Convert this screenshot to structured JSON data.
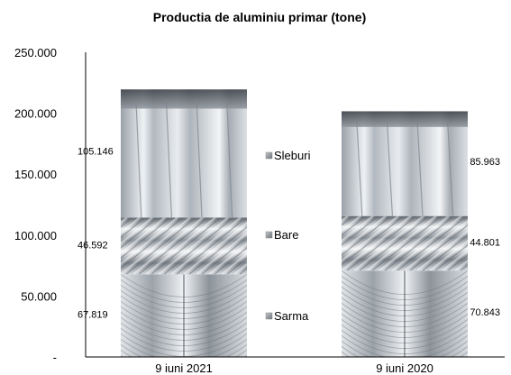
{
  "chart_data": {
    "type": "bar",
    "stacked": true,
    "title": "Productia de aluminiu primar (tone)",
    "categories": [
      "9 iuni 2021",
      "9 iuni 2020"
    ],
    "series": [
      {
        "name": "Sarma",
        "values": [
          67819,
          70843
        ],
        "labels": [
          "67.819",
          "70.843"
        ],
        "texture": "coiled-wire"
      },
      {
        "name": "Bare",
        "values": [
          46592,
          44801
        ],
        "labels": [
          "46.592",
          "44.801"
        ],
        "texture": "round-bars"
      },
      {
        "name": "Sleburi",
        "values": [
          105146,
          85963
        ],
        "labels": [
          "105.146",
          "85.963"
        ],
        "texture": "aluminium-slabs"
      }
    ],
    "ylim": [
      0,
      250000
    ],
    "yticks": [
      {
        "value": 0,
        "label": "-"
      },
      {
        "value": 50000,
        "label": "50.000"
      },
      {
        "value": 100000,
        "label": "100.000"
      },
      {
        "value": 150000,
        "label": "150.000"
      },
      {
        "value": 200000,
        "label": "200.000"
      },
      {
        "value": 250000,
        "label": "250.000"
      }
    ],
    "grid": false,
    "legend_position": "center",
    "legend_order": [
      "Sleburi",
      "Bare",
      "Sarma"
    ],
    "colors": {
      "legend_marker": "#8c8c8c",
      "axis": "#000000",
      "bar_fill": "#c9ced4"
    }
  }
}
